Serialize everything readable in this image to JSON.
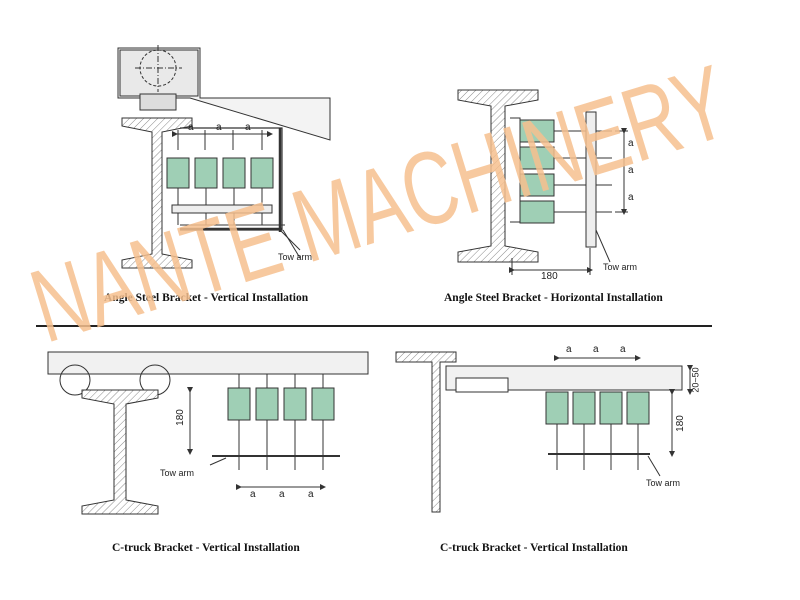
{
  "watermark": {
    "text": "NANTE MACHINERY",
    "color": "#f6c08e"
  },
  "divider_color": "#222222",
  "line_color": "#333333",
  "hatch_color": "#777777",
  "collector_fill": "#9fcfb5",
  "panels": [
    {
      "caption": "Angle Steel Bracket - Vertical Installation",
      "spacing_labels": [
        "a",
        "a",
        "a"
      ],
      "tow_arm_label": "Tow arm"
    },
    {
      "caption": "Angle Steel Bracket - Horizontal Installation",
      "spacing_labels": [
        "a",
        "a",
        "a"
      ],
      "dimension_label": "180",
      "tow_arm_label": "Tow arm"
    },
    {
      "caption": "C-truck Bracket - Vertical Installation",
      "spacing_labels": [
        "a",
        "a",
        "a"
      ],
      "dimension_label": "180",
      "tow_arm_label": "Tow arm"
    },
    {
      "caption": "C-truck Bracket - Vertical Installation",
      "spacing_labels": [
        "a",
        "a",
        "a"
      ],
      "dimension_label": "180",
      "offset_label": "20~50",
      "tow_arm_label": "Tow arm"
    }
  ]
}
